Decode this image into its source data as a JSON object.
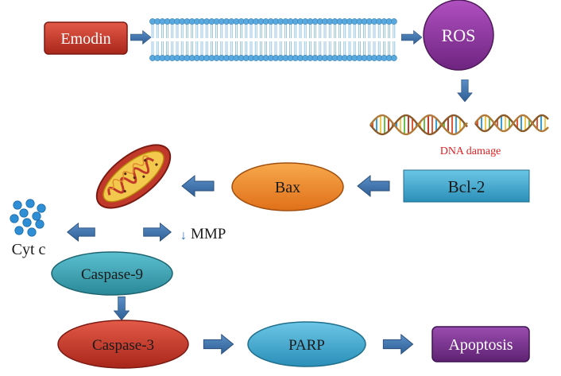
{
  "nodes": {
    "emodin": "Emodin",
    "ros": "ROS",
    "dna_damage": "DNA damage",
    "bcl2": "Bcl-2",
    "bax": "Bax",
    "mmp": "MMP",
    "mmp_arrow": "↓",
    "cyt_c": "Cyt c",
    "caspase9": "Caspase-9",
    "caspase3": "Caspase-3",
    "parp": "PARP",
    "apoptosis": "Apoptosis"
  },
  "colors": {
    "emodin": "#c0392b",
    "ros": "#8e2f9a",
    "bcl2": "#3aa6c9",
    "bax": "#f08a24",
    "caspase9": "#3a9fb3",
    "caspase3": "#c0392b",
    "parp": "#3aa6c9",
    "apoptosis": "#7a3590",
    "arrow": "#3d6fa6",
    "dna_label": "#e02020",
    "membrane": "#5aa9de",
    "cyt_dots": "#2f8fd6"
  }
}
